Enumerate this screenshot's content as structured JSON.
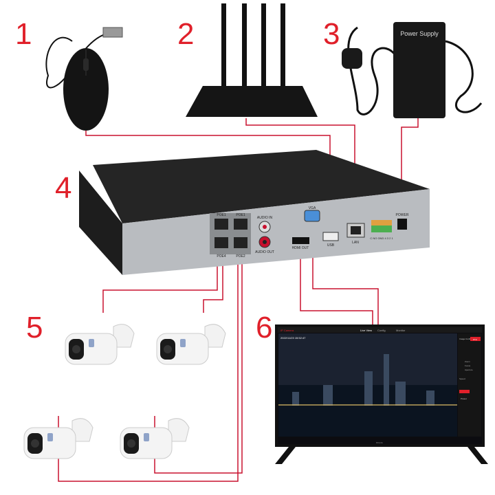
{
  "numbers": [
    "1",
    "2",
    "3",
    "4",
    "5",
    "6"
  ],
  "power_supply": {
    "title": "Power Supply"
  },
  "nvr": {
    "ports": {
      "poe1a": "POE1",
      "poe1b": "POE1",
      "poe4": "POE4",
      "poe2": "POE2",
      "audio_in": "AUDIO IN",
      "audio_out": "AUDIO OUT",
      "vga": "VGA",
      "hdmi": "HDMI OUT",
      "usb": "USB",
      "lan": "LAN",
      "alarm": "C NO GND 4 3 2 1",
      "power": "POWER"
    }
  },
  "tv": {
    "app_title": "IP Camera",
    "tabs": [
      "Live View",
      "Config",
      "Monitor"
    ],
    "osd_line1": "2022/11/23  15:52:47",
    "panel_tabs": [
      "Image Config",
      "PTZ"
    ],
    "ptz_labels": [
      "Zoom",
      "Focus",
      "Aperture"
    ],
    "speed_label": "Speed",
    "preset_header": "Preset",
    "brand": "BOLVA"
  },
  "colors": {
    "accent": "#e0202a",
    "line": "#c8102e",
    "nvr_body": "#2a2a2a",
    "panel": "#b9bcc0"
  }
}
